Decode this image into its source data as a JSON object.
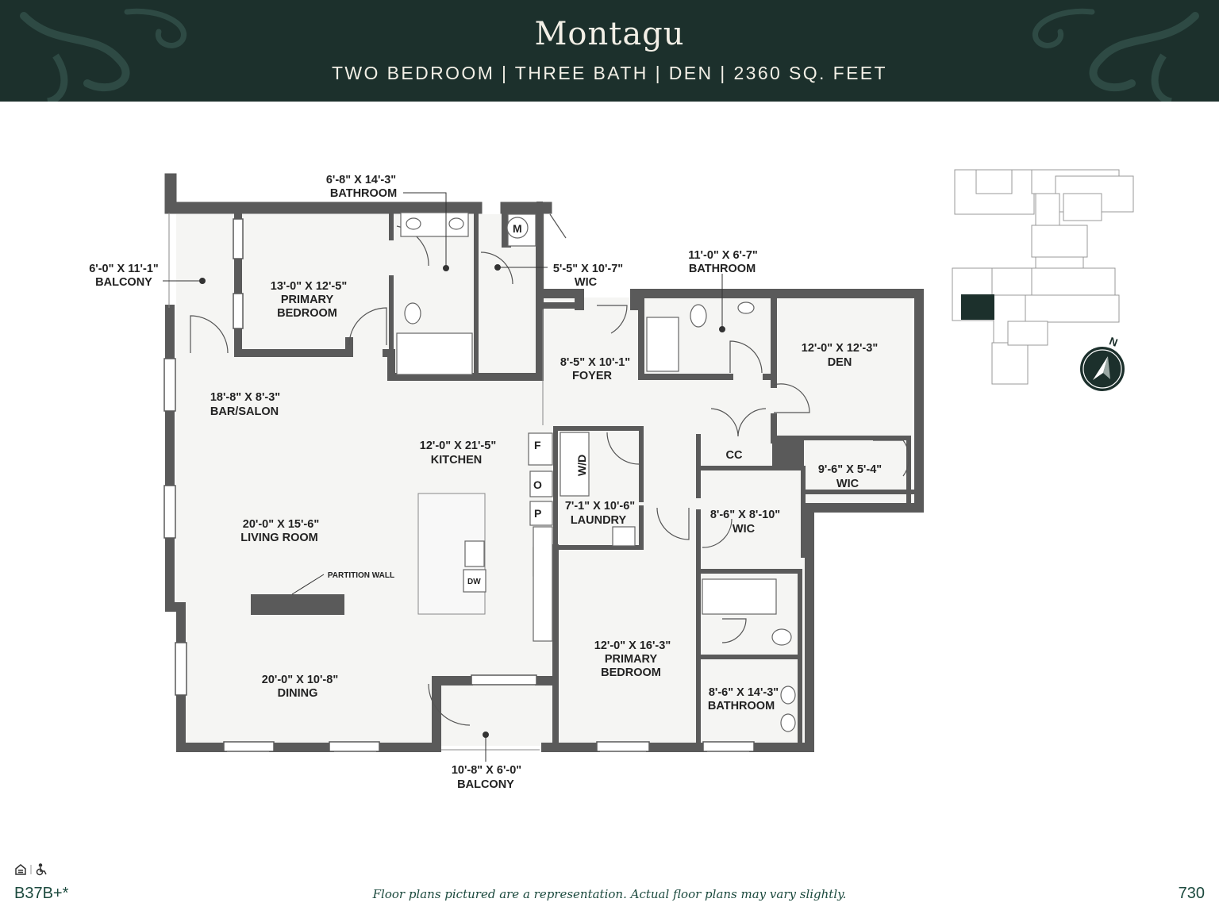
{
  "header": {
    "title": "Montagu",
    "subtitle": "TWO BEDROOM | THREE BATH | DEN | 2360 SQ. FEET"
  },
  "rooms": {
    "bathroom_top": {
      "size": "6'-8\" X 14'-3\"",
      "name": "BATHROOM"
    },
    "balcony_left": {
      "size": "6'-0\" X 11'-1\"",
      "name": "BALCONY"
    },
    "primary_bedroom_top": {
      "size": "13'-0\" X 12'-5\"",
      "name1": "PRIMARY",
      "name2": "BEDROOM"
    },
    "wic_top": {
      "size": "5'-5\" X 10'-7\"",
      "name": "WIC"
    },
    "bathroom_right": {
      "size": "11'-0\" X 6'-7\"",
      "name": "BATHROOM"
    },
    "foyer": {
      "size": "8'-5\" X 10'-1\"",
      "name": "FOYER"
    },
    "den": {
      "size": "12'-0\" X 12'-3\"",
      "name": "DEN"
    },
    "bar_salon": {
      "size": "18'-8\" X 8'-3\"",
      "name": "BAR/SALON"
    },
    "kitchen": {
      "size": "12'-0\" X 21'-5\"",
      "name": "KITCHEN"
    },
    "cc": {
      "name": "CC"
    },
    "wic_den": {
      "size": "9'-6\" X 5'-4\"",
      "name": "WIC"
    },
    "laundry": {
      "size": "7'-1\" X 10'-6\"",
      "name": "LAUNDRY"
    },
    "wic_mid": {
      "size": "8'-6\" X 8'-10\"",
      "name": "WIC"
    },
    "living_room": {
      "size": "20'-0\" X 15'-6\"",
      "name": "LIVING ROOM"
    },
    "partition_wall": {
      "name": "PARTITION WALL"
    },
    "primary_bedroom_bottom": {
      "size": "12'-0\" X 16'-3\"",
      "name1": "PRIMARY",
      "name2": "BEDROOM"
    },
    "dining": {
      "size": "20'-0\" X 10'-8\"",
      "name": "DINING"
    },
    "bathroom_bottom": {
      "size": "8'-6\" X 14'-3\"",
      "name": "BATHROOM"
    },
    "balcony_bottom": {
      "size": "10'-8\" X 6'-0\"",
      "name": "BALCONY"
    }
  },
  "appliances": {
    "f": "F",
    "o": "O",
    "p": "P",
    "wd": "W/D",
    "dw": "DW",
    "m": "M"
  },
  "compass": {
    "letter": "N"
  },
  "footer": {
    "code": "B37B+*",
    "note": "Floor plans pictured are a representation. Actual floor plans may vary slightly.",
    "number": "730"
  },
  "colors": {
    "header_bg": "#1c302c",
    "wall": "#5a5a5a",
    "accent": "#1c4a3e"
  }
}
